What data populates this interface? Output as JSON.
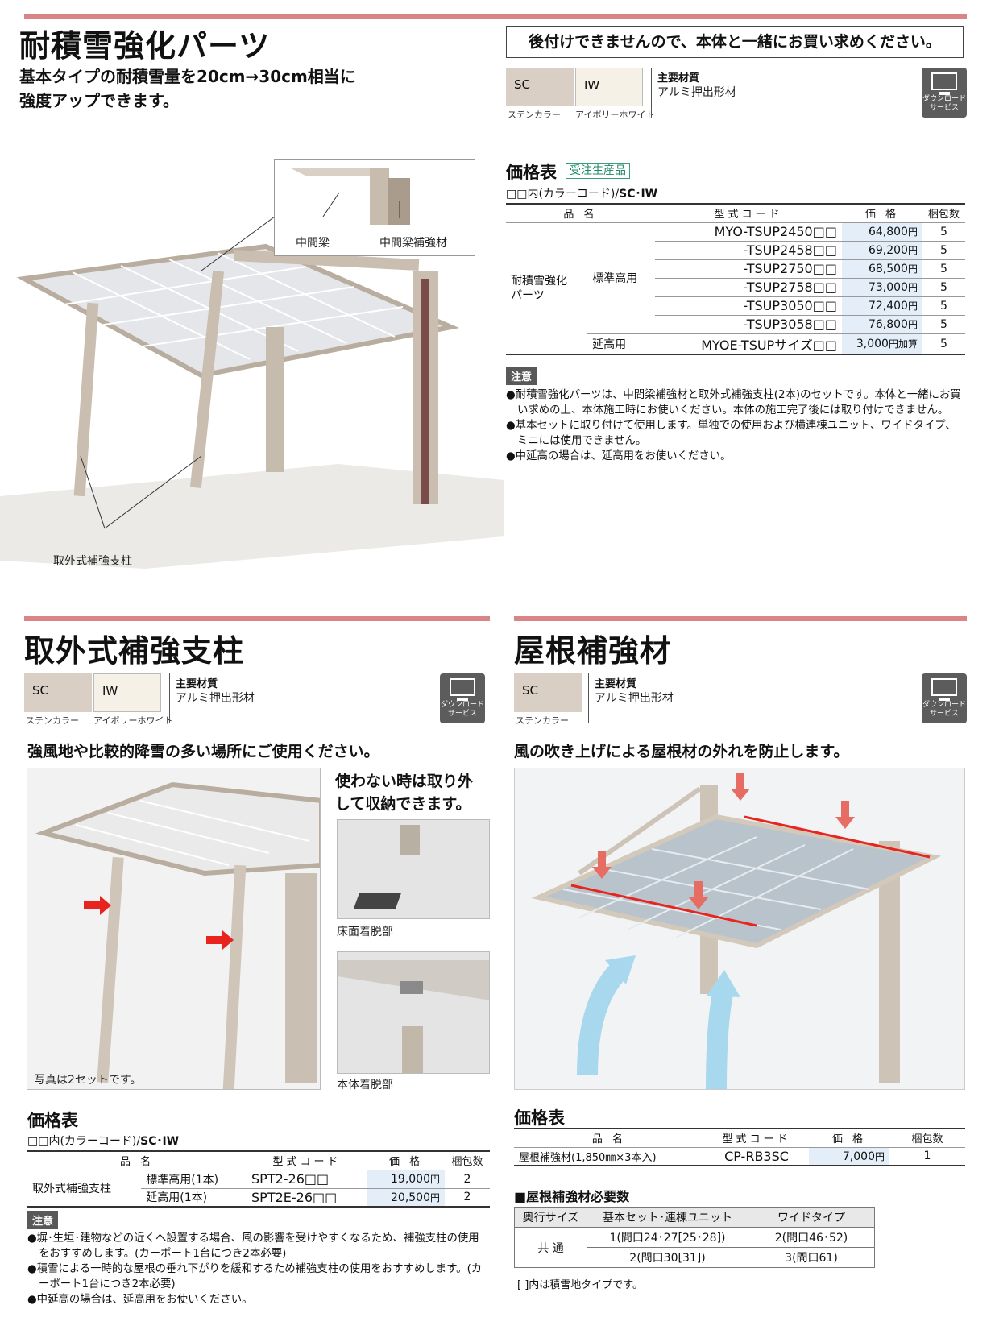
{
  "s1": {
    "title": "耐積雪強化パーツ",
    "lead1": "基本タイプの耐積雪量を20cm→30cm相当に",
    "lead2": "強度アップできます。",
    "notice": "後付けできませんので、本体と一緒にお買い求めください。",
    "swatch_sc": "SC",
    "swatch_sc_label": "ステンカラー",
    "swatch_iw": "IW",
    "swatch_iw_label": "アイボリーホワイト",
    "mat_title": "主要材質",
    "mat_value": "アルミ押出形材",
    "download1": "ダウンロード",
    "download2": "サービス",
    "label_beam": "中間梁",
    "label_beam_reinf": "中間梁補強材",
    "label_post": "取外式補強支柱",
    "price_title": "価格表",
    "price_tag": "受注生産品",
    "color_code": "□□内(カラーコード)/",
    "color_code_bold": "SC･IW",
    "th_name": "品 名",
    "th_code": "型式コード",
    "th_price": "価 格",
    "th_pkg": "梱包数",
    "product_name1": "耐積雪強化",
    "product_name2": "パーツ",
    "group_std": "標準高用",
    "group_ext": "延高用",
    "rows": [
      {
        "code": "MYO-TSUP2450□□",
        "price": "64,800",
        "unit": "円",
        "pkg": "5"
      },
      {
        "code": "-TSUP2458□□",
        "price": "69,200",
        "unit": "円",
        "pkg": "5"
      },
      {
        "code": "-TSUP2750□□",
        "price": "68,500",
        "unit": "円",
        "pkg": "5"
      },
      {
        "code": "-TSUP2758□□",
        "price": "73,000",
        "unit": "円",
        "pkg": "5"
      },
      {
        "code": "-TSUP3050□□",
        "price": "72,400",
        "unit": "円",
        "pkg": "5"
      },
      {
        "code": "-TSUP3058□□",
        "price": "76,800",
        "unit": "円",
        "pkg": "5"
      },
      {
        "code": "MYOE-TSUPサイズ□□",
        "price": "3,000",
        "unit": "円加算",
        "pkg": "5"
      }
    ],
    "note_head": "注意",
    "notes": [
      "●耐積雪強化パーツは、中間梁補強材と取外式補強支柱(2本)のセットです。本体と一緒にお買い求めの上、本体施工時にお使いください。本体の施工完了後には取り付けできません。",
      "●基本セットに取り付けて使用します。単独での使用および横連棟ユニット、ワイドタイプ、ミニには使用できません。",
      "●中延高の場合は、延高用をお使いください。"
    ]
  },
  "s2": {
    "title": "取外式補強支柱",
    "swatch_sc": "SC",
    "swatch_sc_label": "ステンカラー",
    "swatch_iw": "IW",
    "swatch_iw_label": "アイボリーホワイト",
    "mat_title": "主要材質",
    "mat_value": "アルミ押出形材",
    "download1": "ダウンロード",
    "download2": "サービス",
    "lead": "強風地や比較的降雪の多い場所にご使用ください。",
    "removable1": "使わない時は取り外",
    "removable2": "して収納できます。",
    "caption_floor": "床面着脱部",
    "caption_body": "本体着脱部",
    "caption_photo": "写真は2セットです。",
    "price_title": "価格表",
    "color_code": "□□内(カラーコード)/",
    "color_code_bold": "SC･IW",
    "th_name": "品 名",
    "th_code": "型式コード",
    "th_price": "価 格",
    "th_pkg": "梱包数",
    "product_name": "取外式補強支柱",
    "rows": [
      {
        "group": "標準高用(1本)",
        "code": "SPT2-26□□",
        "price": "19,000",
        "unit": "円",
        "pkg": "2"
      },
      {
        "group": "延高用(1本)",
        "code": "SPT2E-26□□",
        "price": "20,500",
        "unit": "円",
        "pkg": "2"
      }
    ],
    "note_head": "注意",
    "notes": [
      "●塀･生垣･建物などの近くへ設置する場合、風の影響を受けやすくなるため、補強支柱の使用をおすすめします。(カーポート1台につき2本必要)",
      "●積雪による一時的な屋根の垂れ下がりを緩和するため補強支柱の使用をおすすめします。(カーポート1台につき2本必要)",
      "●中延高の場合は、延高用をお使いください。"
    ]
  },
  "s3": {
    "title": "屋根補強材",
    "swatch_sc": "SC",
    "swatch_sc_label": "ステンカラー",
    "mat_title": "主要材質",
    "mat_value": "アルミ押出形材",
    "download1": "ダウンロード",
    "download2": "サービス",
    "lead": "風の吹き上げによる屋根材の外れを防止します。",
    "price_title": "価格表",
    "th_name": "品 名",
    "th_code": "型式コード",
    "th_price": "価 格",
    "th_pkg": "梱包数",
    "row": {
      "name": "屋根補強材(1,850㎜×3本入)",
      "code": "CP-RB3SC",
      "price": "7,000",
      "unit": "円",
      "pkg": "1"
    },
    "req_title": "■屋根補強材必要数",
    "req_th": [
      "奥行サイズ",
      "基本セット･連棟ユニット",
      "ワイドタイプ"
    ],
    "req_common": "共 通",
    "req_rows": [
      [
        "1(間口24･27[25･28])",
        "2(間口46･52)"
      ],
      [
        "2(間口30[31])",
        "3(間口61)"
      ]
    ],
    "req_note": "[ ]内は積雪地タイプです。"
  },
  "colors": {
    "accent": "#d98486",
    "sc": "#d9cfc4",
    "iw": "#f6f1e6",
    "price_bg": "#e3eef8"
  }
}
